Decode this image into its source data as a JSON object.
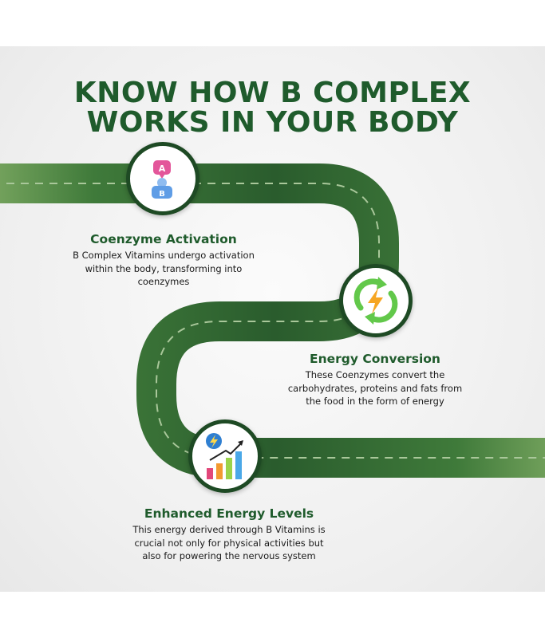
{
  "title": {
    "line1": "KNOW HOW B COMPLEX",
    "line2": "WORKS IN YOUR BODY"
  },
  "icons": {
    "step1_label_a": "A",
    "step1_label_b": "B"
  },
  "steps": [
    {
      "heading": "Coenzyme Activation",
      "lines": [
        "B Complex Vitamins undergo activation",
        "within the body, transforming into",
        "coenzymes"
      ],
      "icon": "person-a-b-icon"
    },
    {
      "heading": "Energy Conversion",
      "lines": [
        "These Coenzymes convert the",
        "carbohydrates, proteins and fats from",
        "the food in the form of energy"
      ],
      "icon": "energy-cycle-icon"
    },
    {
      "heading": "Enhanced Energy Levels",
      "lines": [
        "This energy derived through B Vitamins is",
        "crucial not only for physical activities but",
        "also for powering the nervous system"
      ],
      "icon": "rising-bars-icon"
    }
  ],
  "colors": {
    "title": "#1f5b2c",
    "road_dark": "#2c5e2e",
    "road_light": "#76a45e",
    "node_border": "#1e4a24"
  }
}
